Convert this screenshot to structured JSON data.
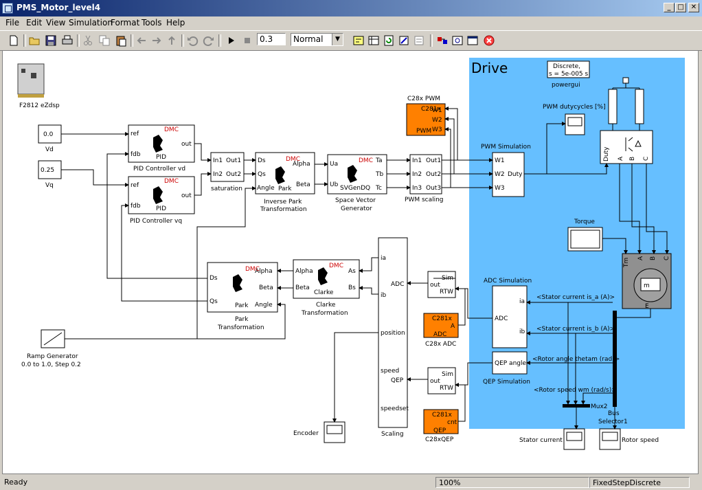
{
  "window": {
    "title": "PMS_Motor_level4",
    "minimize": "_",
    "maximize": "□",
    "close": "✕"
  },
  "menu": [
    "File",
    "Edit",
    "View",
    "Simulation",
    "Format",
    "Tools",
    "Help"
  ],
  "toolbar": {
    "stop_time": "0.3",
    "sim_mode": "Normal"
  },
  "icons": [
    "new-icon",
    "open-icon",
    "save-icon",
    "print-icon",
    "cut-icon",
    "copy-icon",
    "paste-icon",
    "back-icon",
    "forward-icon",
    "up-icon",
    "undo-icon",
    "redo-icon",
    "start-icon",
    "stop-icon",
    "library-browser-icon",
    "model-explorer-icon",
    "update-diagram-icon",
    "build-icon",
    "debugger-icon",
    "toggle-explorer-icon",
    "model-properties-icon",
    "settings-icon",
    "error-icon"
  ],
  "model": {
    "board_label": "F2812 eZdsp",
    "const_vd": "0.0",
    "vd": "Vd",
    "const_vq": "0.25",
    "vq": "Vq",
    "dmc": "DMC",
    "pid_vd": "PID Controller vd",
    "pid_vq": "PID Controller vq",
    "pid": "PID",
    "ref": "ref",
    "fdb": "fdb",
    "out": "out",
    "saturation": "saturation",
    "in1": "In1",
    "in2": "In2",
    "in3": "In3",
    "out1": "Out1",
    "out2": "Out2",
    "out3": "Out3",
    "ds": "Ds",
    "qs": "Qs",
    "angle": "Angle",
    "alpha": "Alpha",
    "beta": "Beta",
    "park": "Park",
    "inverse_park": "Inverse Park",
    "transformation": "Transformation",
    "ua": "Ua",
    "ub": "Ub",
    "ta": "Ta",
    "tb": "Tb",
    "tc": "Tc",
    "svgendq": "SVGenDQ",
    "space_vector": "Space Vector",
    "generator": "Generator",
    "c28x_pwm": "C28x PWM",
    "c281x_pwm": "C281x",
    "w1": "W1",
    "w2": "W2",
    "w3": "W3",
    "pwm": "PWM",
    "pwm_scaling": "PWM scaling",
    "pwm_simulation": "PWM Simulation",
    "duty": "Duty",
    "drive": "Drive",
    "powergui_1": "Discrete,",
    "powergui_2": "s = 5e-005 s",
    "powergui": "powergui",
    "pwm_duty": "PWM dutycycles [%]",
    "torque": "Torque",
    "tm": "Tm",
    "a": "A",
    "b": "B",
    "c": "C",
    "e": "E",
    "m": "m",
    "as": "As",
    "bs": "Bs",
    "clarke": "Clarke",
    "park_t": "Park",
    "ramp_1": "Ramp Generator",
    "ramp_2": "0.0 to 1.0, Step 0.2",
    "ia": "ia",
    "ib": "ib",
    "adc": "ADC",
    "position": "position",
    "speed": "speed",
    "qep": "QEP",
    "speedset": "speedset",
    "scaling": "Scaling",
    "sim": "Sim",
    "rtw": "RTW",
    "c281x": "C281x",
    "c28x_adc": "C28x ADC",
    "c28x_qep": "C28xQEP",
    "cnt": "cnt",
    "adc_sim": "ADC Simulation",
    "qep_angle": "QEP angle",
    "qep_sim": "QEP Simulation",
    "stator_a": "<Stator current is_a (A)>",
    "stator_b": "<Stator current is_b (A)>",
    "rotor_angle": "<Rotor angle thetam (rad)>",
    "rotor_speed": "<Rotor speed wm (rad/s)>",
    "mux2": "Mux2",
    "bus": "Bus",
    "selector1": "Selector1",
    "stator_current": "Stator current",
    "rotor_speed_scope": "Rotor speed",
    "encoder": "Encoder"
  },
  "status": {
    "ready": "Ready",
    "zoom": "100%",
    "solver": "FixedStepDiscrete"
  },
  "colors": {
    "drive_bg": "#66bfff",
    "c28x_block": "#ff8000",
    "dmc_red": "#cc0000",
    "motor_grey": "#909090"
  }
}
